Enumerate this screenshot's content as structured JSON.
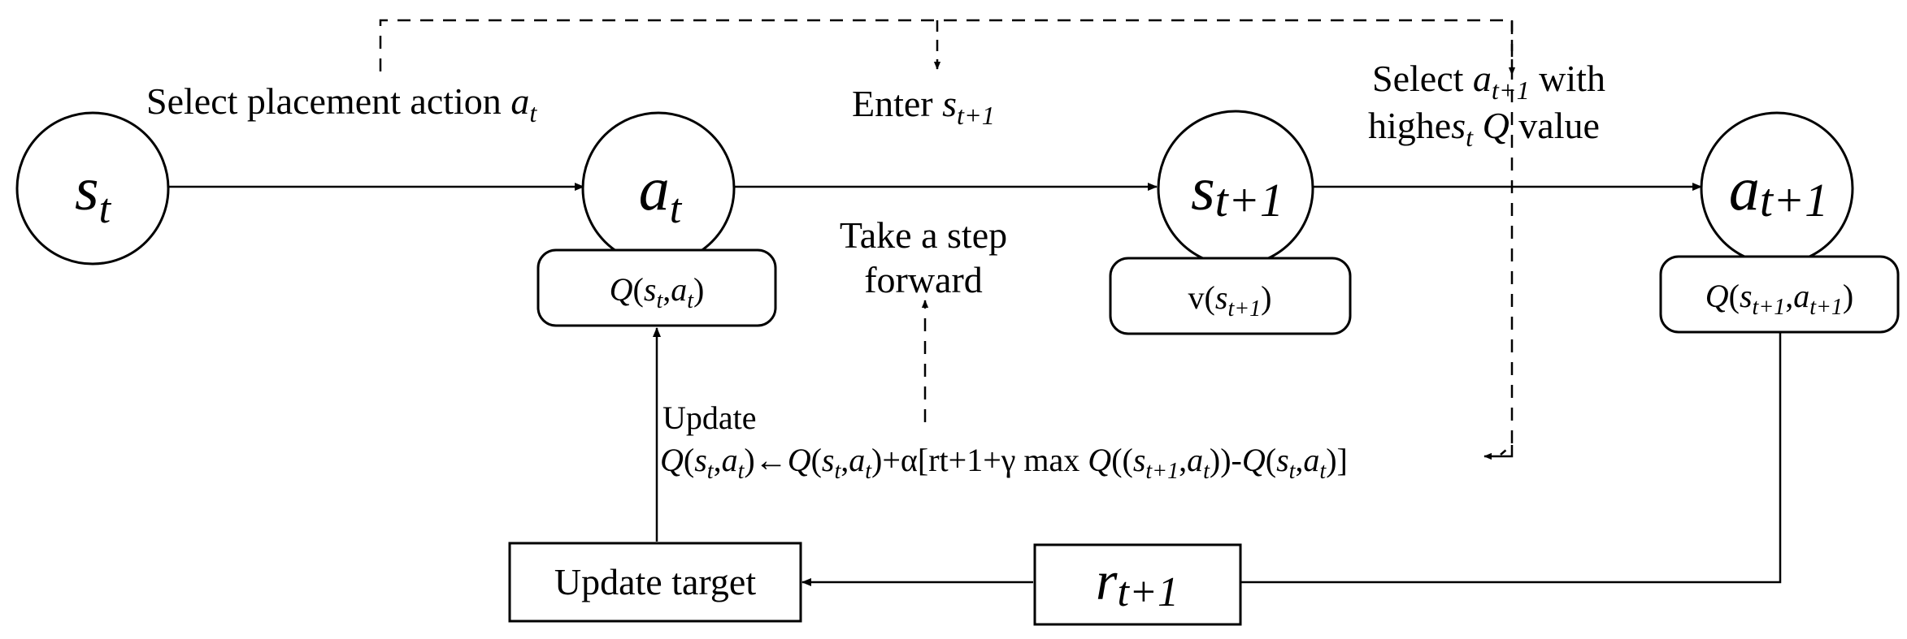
{
  "nodes": {
    "s_t": {
      "base": "s",
      "sub": "t"
    },
    "a_t": {
      "base": "a",
      "sub": "t"
    },
    "s_t1": {
      "base": "s",
      "sub": "t+1"
    },
    "a_t1": {
      "base": "a",
      "sub": "t+1"
    }
  },
  "value_boxes": {
    "q_st_at": "Q(st,at)",
    "v_st1": "v(st+1)",
    "q_st1_at1": "Q(st+1,at+1)"
  },
  "labels": {
    "select_action": "Select placement action at",
    "enter_state": "Enter st+1",
    "select_highest_line1": "Select at+1 with",
    "select_highest_line2": "highest Q value",
    "take_step_line1": "Take a step",
    "take_step_line2": "forward",
    "update_word": "Update",
    "update_rule": "Q(st,at)←Q(st,at)+α[rt+1+γ max Q((st+1,at))-Q(st,at)]"
  },
  "boxes": {
    "update_target": "Update target",
    "reward": {
      "base": "r",
      "sub": "t+1"
    }
  }
}
